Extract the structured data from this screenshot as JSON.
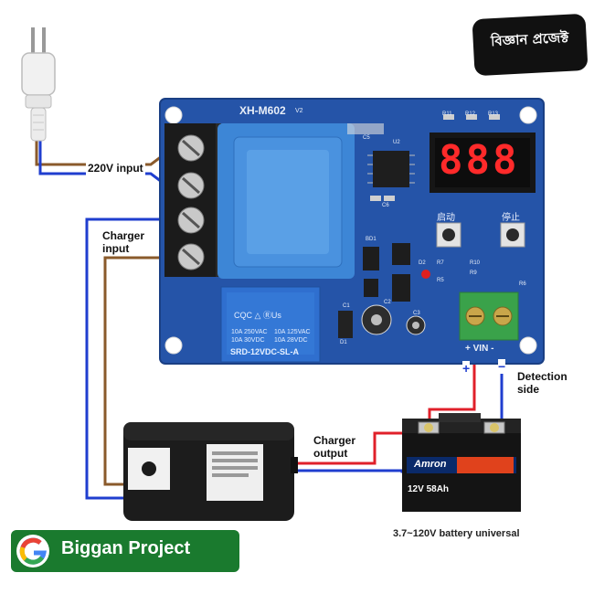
{
  "logo": {
    "text": "বিজ্ঞান প্রজেক্ট"
  },
  "board": {
    "model": "XH-M602",
    "version": "V2",
    "display_digits": "888",
    "start_label": "启动",
    "stop_label": "停止",
    "relay_lines": [
      "10A 250VAC",
      "10A 125VAC",
      "10A 30VDC",
      "10A 28VDC"
    ],
    "relay_model": "SRD-12VDC-SL-A",
    "terminal_label": "+ VIN -",
    "pcb_marks": {
      "r11": "R11",
      "r12": "R12",
      "r13": "R13",
      "c5": "C5",
      "c6": "C6",
      "u2": "U2",
      "r10": "R10",
      "r9": "R9",
      "r7": "R7",
      "r6": "R6",
      "r5": "R5",
      "d2": "D2",
      "c1": "C1",
      "c2": "C2",
      "c3": "C3",
      "d1": "D1",
      "bd1": "BD1"
    }
  },
  "labels": {
    "ac_input": "220V input",
    "charger_input": "Charger input",
    "charger_output": "Charger output",
    "detection_side": "Detection side",
    "plus": "+",
    "minus": "−",
    "battery_universal": "3.7~120V battery universal"
  },
  "battery": {
    "brand": "Amron",
    "spec": "12V 58Ah"
  },
  "colors": {
    "pcb": "#2554a8",
    "transformer": "#3d86d6",
    "wire_brown": "#8a5a2b",
    "wire_blue": "#1f3ecf",
    "wire_red": "#e0202a",
    "terminal_green": "#3aa24a",
    "display": "#ff2a2a",
    "badge": "#1a7a2e"
  },
  "badge": {
    "text": "Biggan Project"
  }
}
